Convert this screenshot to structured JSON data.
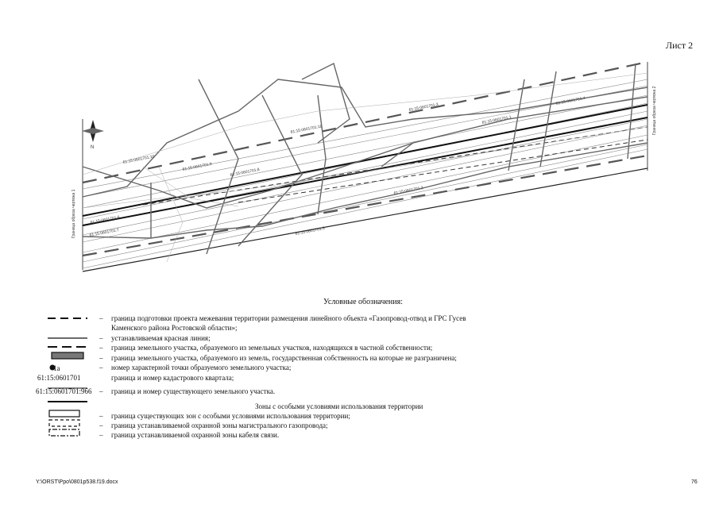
{
  "sheet": {
    "label": "Лист 2"
  },
  "map": {
    "north_arrow_label": "N",
    "parcel_labels": [
      "61:15:0601701:3",
      "61:15:0601701:1",
      "61:15:0601701:4",
      "61:15:0601701:2",
      "61:15:0601701:5",
      "61:15:0601701:7",
      "61:15:0601701:6",
      "61:15:0601701:8",
      "61:15:0601701:9",
      "61:15:0601701:10",
      "61:15:0601701:11"
    ],
    "side_labels": [
      "Граница обреза чертежа 1",
      "Граница обреза чертежа 2"
    ]
  },
  "legend": {
    "title": "Условные обозначения:",
    "items": [
      {
        "symbol": "dash-long",
        "text": "граница подготовки проекта межевания территории размещения линейного объекта «Газопровод-отвод и ГРС Гусев"
      },
      {
        "symbol": "",
        "text": "Каменского района Ростовской области»;"
      },
      {
        "symbol": "solid-thin",
        "text": "устанавливаемая красная линия;"
      },
      {
        "symbol": "dash-thick",
        "text": "граница земельного участка, образуемого из земельных участков, находящихся в частной собственности;"
      },
      {
        "symbol": "double-solid",
        "text": "граница земельного участка, образуемого из земель, государственная собственность на которые не разграничена;"
      },
      {
        "symbol": "point",
        "text": "номер характерной точки образуемого земельного участка;"
      },
      {
        "symbol": "",
        "text": "граница и номер кадастрового квартала;"
      },
      {
        "symbol": "parcel-number",
        "text": "граница и номер существующего земельного участка."
      }
    ],
    "point_label": "1а",
    "quarter_number": "61:15:0601701",
    "parcel_number": "61:15:0601701:966",
    "zones_title": "Зоны с особыми условиями использования территории",
    "zones": [
      {
        "text": "граница существующих зон с особыми условиями использования территории;"
      },
      {
        "text": "граница устанавливаемой охранной зоны магистрального газопровода;"
      },
      {
        "text": "граница устанавливаемой охранной зоны кабеля связи."
      }
    ]
  },
  "footer": {
    "path": "Y:\\ORST\\Ppo\\0801p538.f19.docx",
    "page": "76"
  }
}
